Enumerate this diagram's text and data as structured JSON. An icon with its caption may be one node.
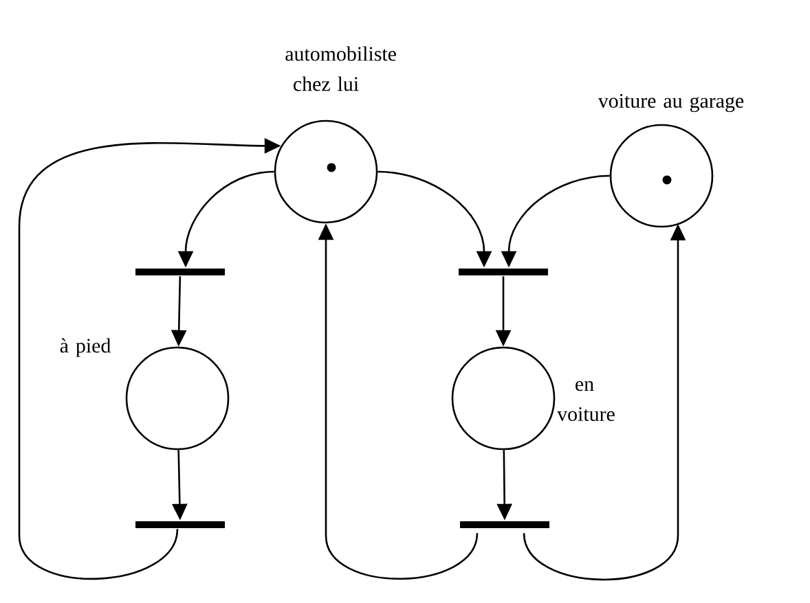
{
  "diagram": {
    "nodes": [
      {
        "text": [
          "automobiliste chez lui"
        ]
      },
      {
        "text": [
          "voiture au garage"
        ]
      },
      {
        "text": [],
        "shape": "bar"
      },
      {
        "text": [],
        "shape": "bar"
      },
      {
        "text": [
          "à pied"
        ]
      },
      {
        "text": [
          "en voiture"
        ]
      },
      {
        "text": [],
        "shape": "bar"
      },
      {
        "text": [],
        "shape": "bar"
      }
    ],
    "edges": [
      {
        "from": 0,
        "to": 2,
        "arrow": "to"
      },
      {
        "from": 0,
        "to": 3,
        "arrow": "to"
      },
      {
        "from": 1,
        "to": 3,
        "arrow": "to"
      },
      {
        "from": 2,
        "to": 4,
        "arrow": "to"
      },
      {
        "from": 4,
        "to": 6,
        "arrow": "to"
      },
      {
        "from": 3,
        "to": 5,
        "arrow": "to"
      },
      {
        "from": 5,
        "to": 7,
        "arrow": "to"
      },
      {
        "from": 6,
        "to": 0,
        "arrow": "to"
      },
      {
        "from": 7,
        "to": 0,
        "arrow": "to"
      },
      {
        "from": 7,
        "to": 1,
        "arrow": "to"
      }
    ]
  }
}
